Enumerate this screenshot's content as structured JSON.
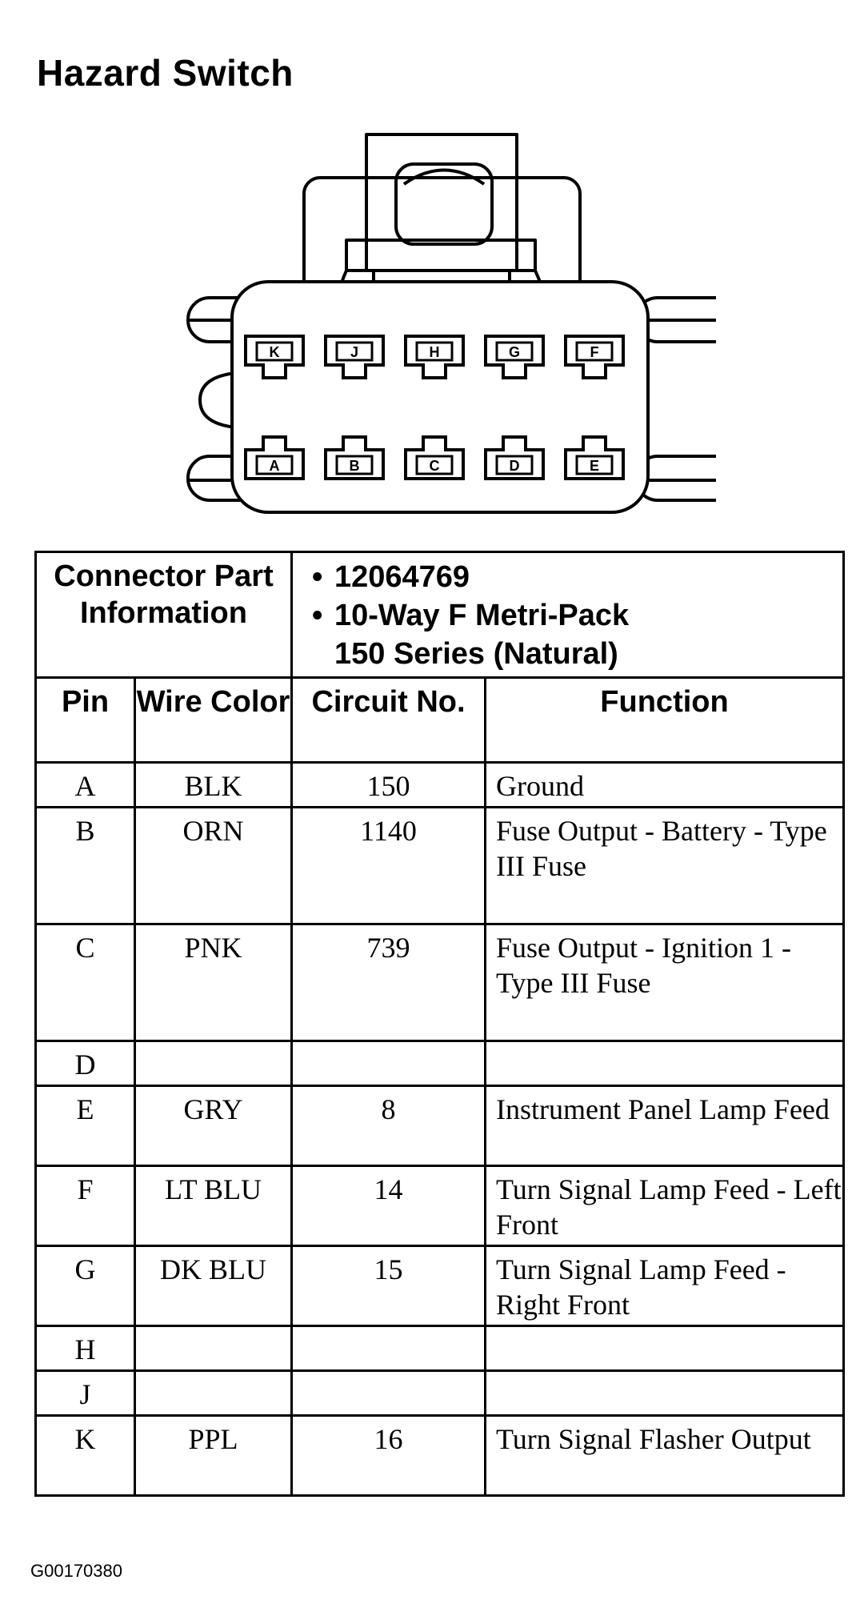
{
  "title": "Hazard Switch",
  "connector_top_row": [
    "K",
    "J",
    "H",
    "G",
    "F"
  ],
  "connector_bottom_row": [
    "A",
    "B",
    "C",
    "D",
    "E"
  ],
  "info": {
    "label": "Connector Part Information",
    "lines": [
      "12064769",
      "10-Way F Metri-Pack",
      "150 Series (Natural)"
    ]
  },
  "headers": {
    "pin": "Pin",
    "wire_color": "Wire Color",
    "circuit": "Circuit No.",
    "function": "Function"
  },
  "rows": [
    {
      "pin": "A",
      "color": "BLK",
      "circuit": "150",
      "function": "Ground"
    },
    {
      "pin": "B",
      "color": "ORN",
      "circuit": "1140",
      "function": "Fuse Output - Battery - Type III Fuse"
    },
    {
      "pin": "C",
      "color": "PNK",
      "circuit": "739",
      "function": "Fuse Output - Ignition 1 - Type III Fuse"
    },
    {
      "pin": "D",
      "color": "",
      "circuit": "",
      "function": ""
    },
    {
      "pin": "E",
      "color": "GRY",
      "circuit": "8",
      "function": "Instrument Panel Lamp Feed"
    },
    {
      "pin": "F",
      "color": "LT BLU",
      "circuit": "14",
      "function": "Turn Signal Lamp Feed - Left Front"
    },
    {
      "pin": "G",
      "color": "DK BLU",
      "circuit": "15",
      "function": "Turn Signal Lamp Feed - Right Front"
    },
    {
      "pin": "H",
      "color": "",
      "circuit": "",
      "function": ""
    },
    {
      "pin": "J",
      "color": "",
      "circuit": "",
      "function": ""
    },
    {
      "pin": "K",
      "color": "PPL",
      "circuit": "16",
      "function": "Turn Signal Flasher Output"
    }
  ],
  "figure_code": "G00170380"
}
